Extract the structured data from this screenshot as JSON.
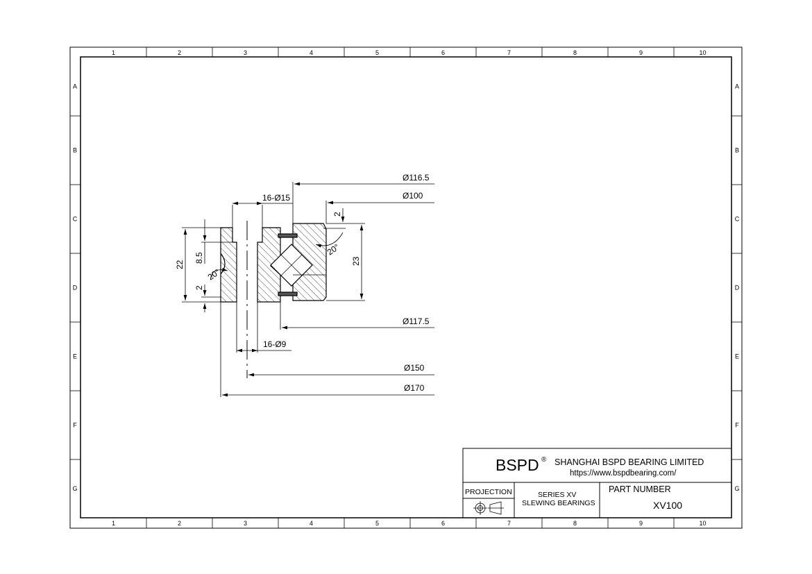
{
  "columns": [
    "1",
    "2",
    "3",
    "4",
    "5",
    "6",
    "7",
    "8",
    "9",
    "10"
  ],
  "rows": [
    "A",
    "B",
    "C",
    "D",
    "E",
    "F",
    "G"
  ],
  "dimensions": {
    "d116_5": "Ø116.5",
    "d100": "Ø100",
    "d117_5": "Ø117.5",
    "d150": "Ø150",
    "d170": "Ø170",
    "counterbore": "16-Ø15",
    "holes": "16-Ø9",
    "height_outer": "22",
    "height_inner": "23",
    "counterbore_depth": "8.5",
    "chamfer_left": "2",
    "chamfer_right": "2",
    "angle_left": "20°",
    "angle_right": "20°"
  },
  "title_block": {
    "logo": "BSPD",
    "registered": "®",
    "company": "SHANGHAI BSPD BEARING LIMITED",
    "url": "https://www.bspdbearing.com/",
    "projection_label": "PROJECTION",
    "series": "SERIES  XV",
    "product": "SLEWING BEARINGS",
    "part_number_label": "PART  NUMBER",
    "part_number": "XV100"
  }
}
